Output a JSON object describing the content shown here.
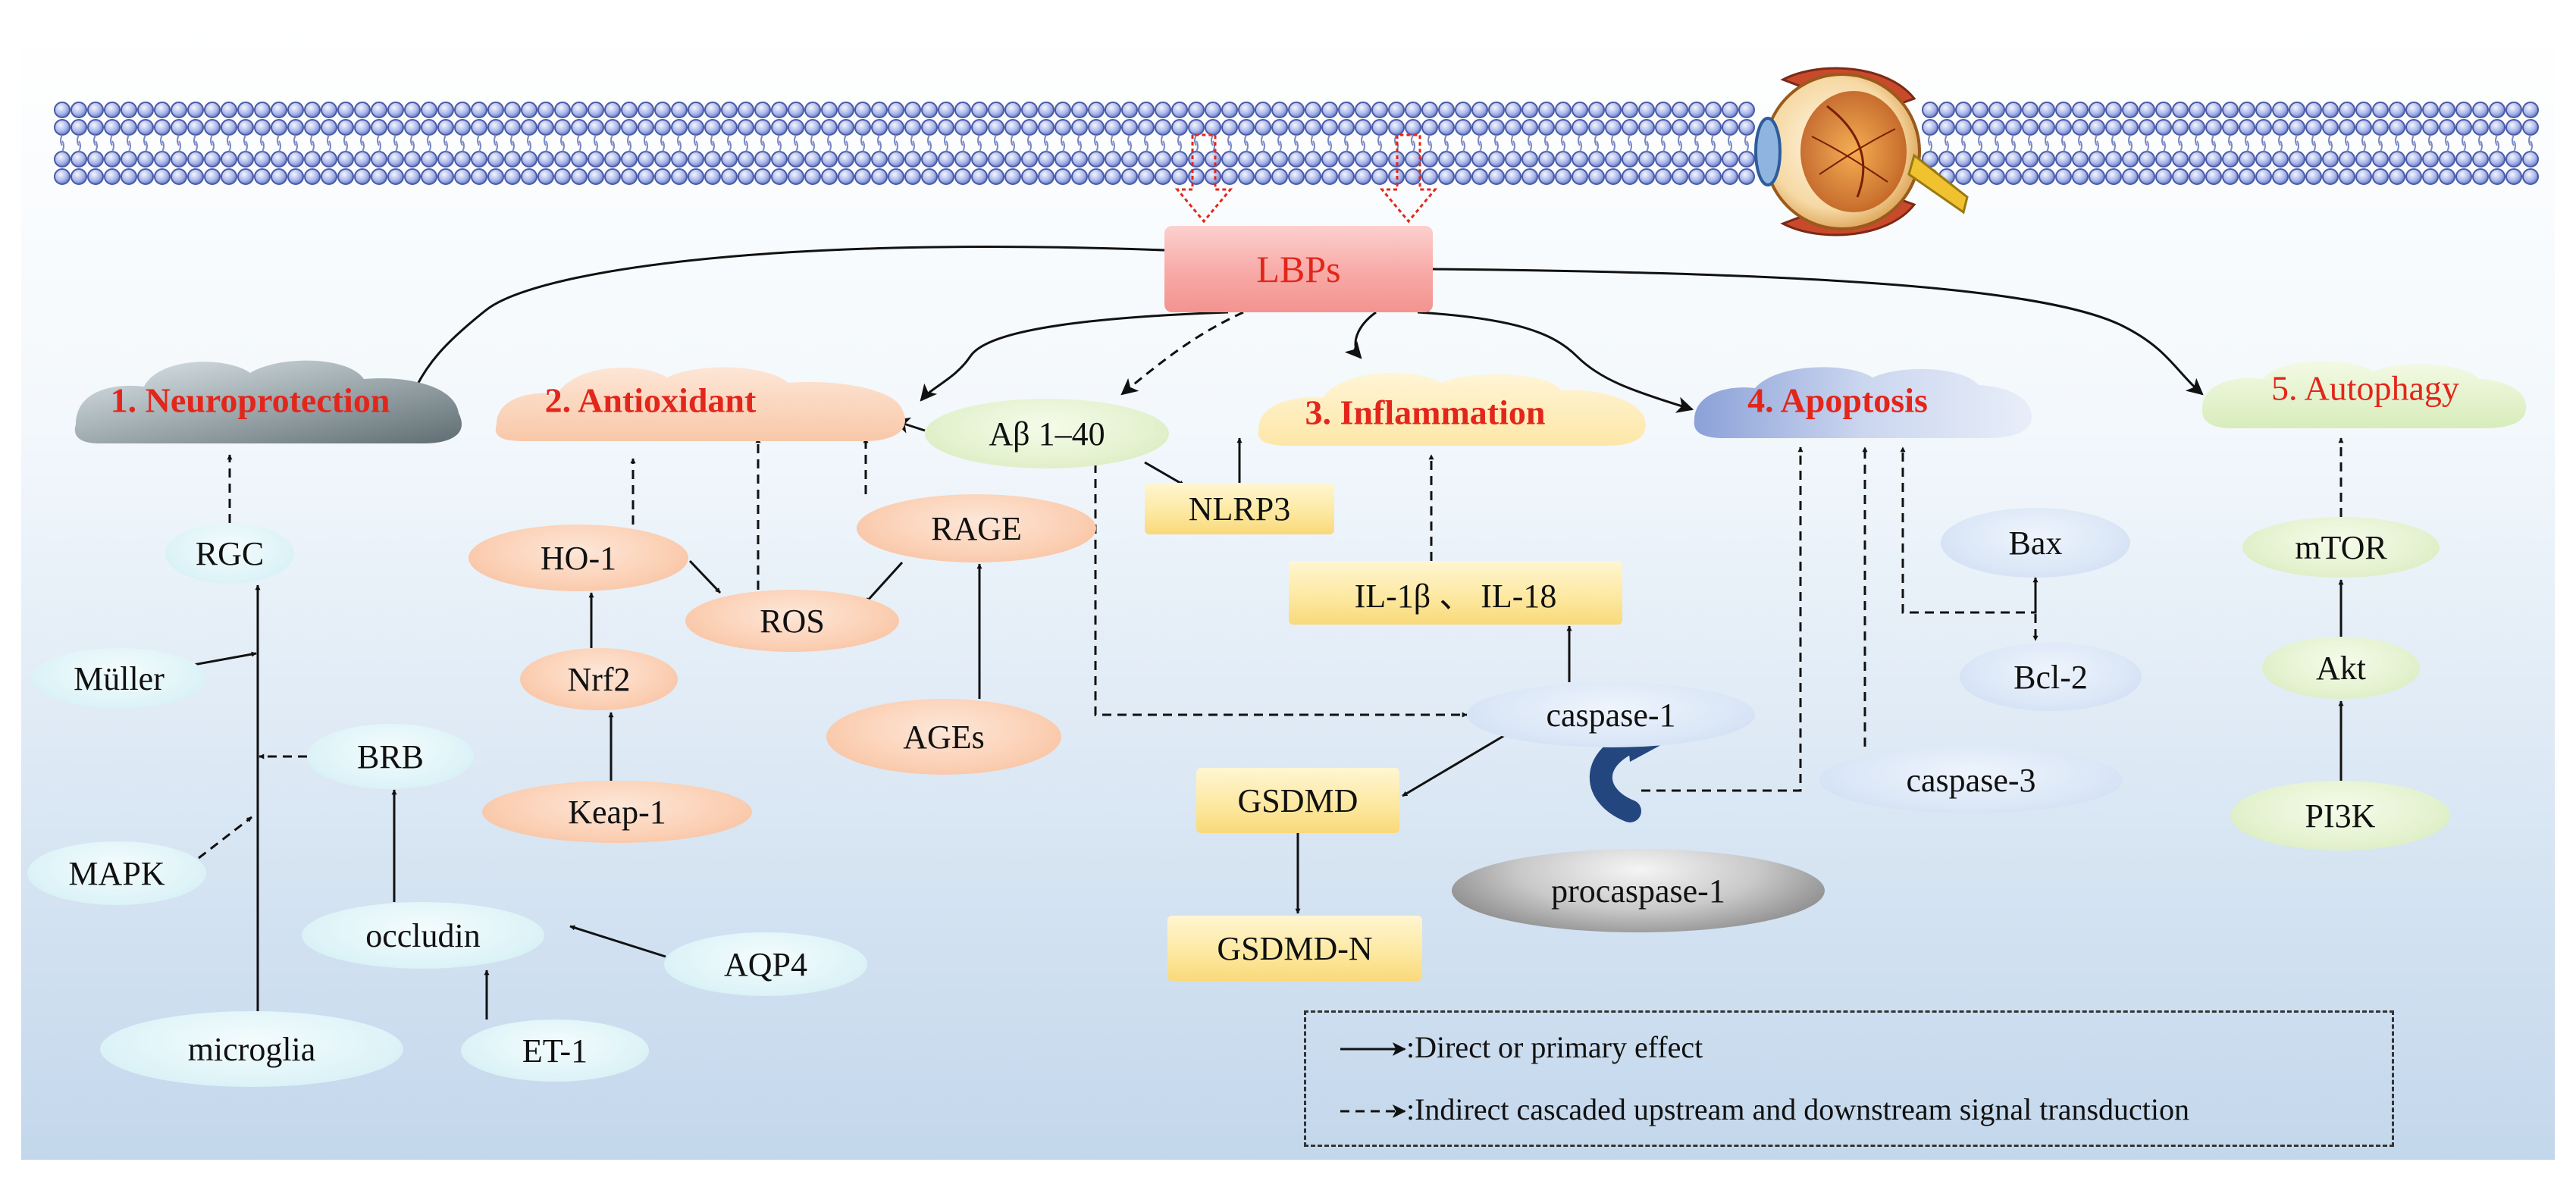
{
  "center": {
    "label": "LBPs"
  },
  "categories": {
    "neuroprotection": "1. Neuroprotection",
    "antioxidant": "2. Antioxidant",
    "inflammation": "3. Inflammation",
    "apoptosis": "4. Apoptosis",
    "autophagy": "5. Autophagy"
  },
  "nodes": {
    "rgc": "RGC",
    "muller": "Müller",
    "brb": "BRB",
    "mapk": "MAPK",
    "occludin": "occludin",
    "aqp4": "AQP4",
    "microglia": "microglia",
    "et1": "ET-1",
    "ho1": "HO-1",
    "nrf2": "Nrf2",
    "keap1": "Keap-1",
    "ros": "ROS",
    "rage": "RAGE",
    "ages": "AGEs",
    "abeta": "Aβ 1–40",
    "nlrp3": "NLRP3",
    "il": "IL-1β 、 IL-18",
    "caspase1": "caspase-1",
    "gsdmd": "GSDMD",
    "gsdmdn": "GSDMD-N",
    "procaspase1": "procaspase-1",
    "bax": "Bax",
    "bcl2": "Bcl-2",
    "caspase3": "caspase-3",
    "mtor": "mTOR",
    "akt": "Akt",
    "pi3k": "PI3K"
  },
  "legend": {
    "direct": ":Direct or primary effect",
    "indirect": ":Indirect cascaded upstream and downstream signal transduction"
  },
  "colors": {
    "title_red": "#e2261b",
    "lbps_pink": "#f8a7a4",
    "membrane_blue": "#6f82c8",
    "background_blue": "#c7daed"
  }
}
